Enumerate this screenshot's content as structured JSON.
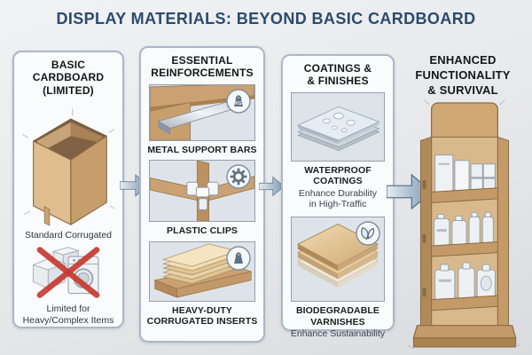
{
  "title": "DISPLAY MATERIALS: BEYOND BASIC CARDBOARD",
  "colors": {
    "title_navy": "#2b4a6e",
    "cardboard_tan": "#cfa873",
    "arrow_steel": "#7e97b0",
    "alert_red": "#c63a31",
    "panel_border": "#a9b8c8"
  },
  "columns": {
    "basic": {
      "header_line1": "BASIC CARDBOARD",
      "header_line2": "(LIMITED)",
      "caption": "Standard Corrugated",
      "limit_line1": "Limited for",
      "limit_line2": "Heavy/Complex Items"
    },
    "reinforcements": {
      "header_line1": "ESSENTIAL",
      "header_line2": "REINFORCEMENTS",
      "items": [
        {
          "label": "METAL SUPPORT BARS"
        },
        {
          "label": "PLASTIC CLIPS"
        },
        {
          "label_line1": "HEAVY-DUTY",
          "label_line2": "CORRUGATED INSERTS"
        }
      ]
    },
    "coatings": {
      "header_line1": "COATINGS &",
      "header_line2": "& FINISHES",
      "items": [
        {
          "label": "WATERPROOF COATINGS",
          "desc_line1": "Enhance Durability",
          "desc_line2": "in High-Traffic"
        },
        {
          "label_line1": "BIODEGRADABLE",
          "label_line2": "VARNISHES",
          "desc": "Enhance Sustainability"
        }
      ]
    },
    "enhanced": {
      "header_line1": "ENHANCED",
      "header_line2": "FUNCTIONALITY",
      "header_line3": "& SURVIVAL"
    }
  },
  "badges": {
    "kg_label": "KG"
  }
}
